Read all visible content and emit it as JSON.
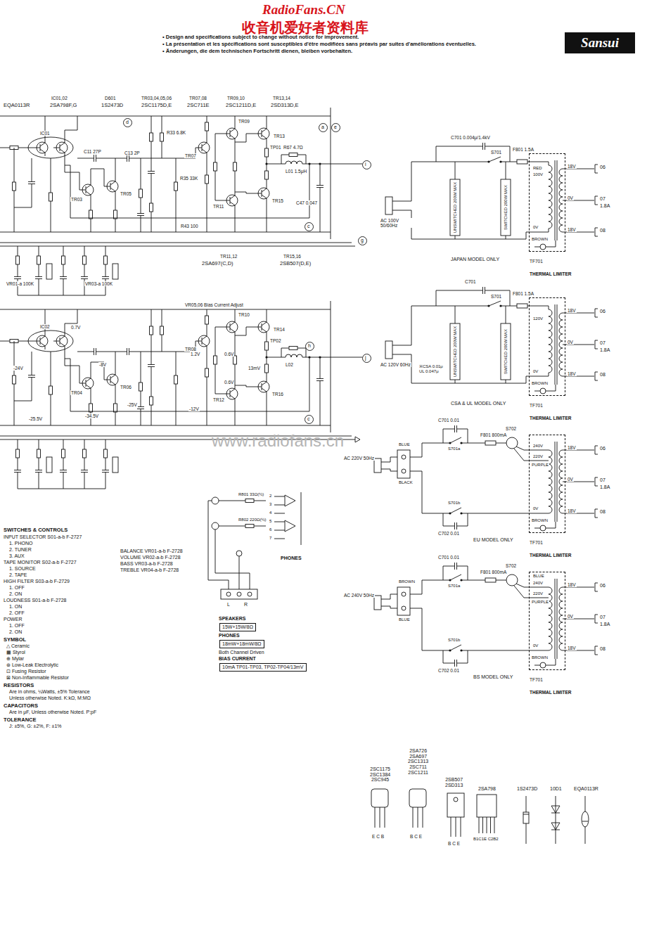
{
  "diagram": {
    "nodes": [
      {
        "text": [
          "Sansui"
        ]
      },
      {
        "text": [
          "TF701",
          "THERMAL LIMITER"
        ]
      },
      {
        "text": [
          "TF701",
          "THERMAL LIMITER"
        ]
      },
      {
        "text": [
          "TF701",
          "THERMAL LIMITER"
        ]
      },
      {
        "text": [
          "TF701",
          "THERMAL LIMITER"
        ]
      },
      {
        "text": [
          "15W+15W/8Ω"
        ]
      },
      {
        "text": [
          "18mW+18mW/8Ω"
        ]
      },
      {
        "text": [
          "10mA TP01-TP03, TP02-TP04/13mV"
        ]
      }
    ],
    "labels": [
      "RadioFans.CN",
      "收音机爱好者资料库",
      "• Design and specifications subject to change without notice for improvement.",
      "• La présentation et les spécifications sont susceptibles d'être modifiées sans préavis par suites d'améliorations éventuelles.",
      "• Änderungen, die dem technischen Fortschritt dienen, bleiben vorbehalten.",
      "EQA0113R",
      "IC01,02",
      "2SA798F,G",
      "D601",
      "1S2473D",
      "TR03,04,05,06",
      "2SC1175D,E",
      "TR07,08",
      "2SC711E",
      "TR09,10",
      "2SC1211D,E",
      "TR13,14",
      "2SD313D,E",
      "TR11,12",
      "2SA697(C,D)",
      "TR15,16",
      "2SB507(D,E)",
      "VR05,06 Bias Current Adjust",
      "IC01",
      "TR03",
      "TR05",
      "TR07",
      "TR09",
      "TR11",
      "TR13",
      "TR15",
      "IC02",
      "TR04",
      "TR06",
      "TR08",
      "TR10",
      "TR12",
      "TR14",
      "TR16",
      "0.7V",
      "-24V",
      "-8V",
      "-25V",
      "-34.5V",
      "-25.5V",
      "1.2V",
      "0.6V",
      "13mV",
      "0.6V",
      "-12V",
      "C11 27P",
      "C13 2P",
      "R33 6.8K",
      "R35 33K",
      "R43 100",
      "R67 4.7Ω",
      "L01 1.5μH",
      "C47 0.047",
      "VR01-a 100K",
      "VR03-a 100K",
      "TP01",
      "TP02",
      "L02",
      "a",
      "e",
      "d",
      "i",
      "g",
      "j",
      "h",
      "c",
      "c",
      "C701 0.004μ/1.4kV",
      "S701",
      "F801 1.5A",
      "AC 100V 50/60Hz",
      "UNSWITCHED 200W MAX",
      "SWITCHED 200W MAX",
      "RED",
      "100V",
      "0V",
      "BROWN",
      "18V",
      "0V",
      "18V",
      "06",
      "07",
      "1.8A",
      "08",
      "JAPAN MODEL ONLY",
      "C701",
      "S701",
      "F801 1.5A",
      "AC 120V 60Hz",
      "UNSWITCHED 200W MAX",
      "SWITCHED 200W MAX",
      "※CSA 0.01μ UL 0.047μ",
      "120V",
      "0V",
      "BROWN",
      "18V",
      "0V",
      "18V",
      "06",
      "07",
      "1.8A",
      "08",
      "CSA & UL MODEL ONLY",
      "C701 0.01",
      "S701a",
      "F801 800mA",
      "S702",
      "BLUE",
      "BLACK",
      "AC 220V 50Hz",
      "C702 0.01",
      "S701b",
      "240V",
      "220V",
      "PURPLE",
      "0V",
      "BROWN",
      "18V",
      "0V",
      "18V",
      "06",
      "07",
      "1.8A",
      "08",
      "EU MODEL ONLY",
      "C701 0.01",
      "S701a",
      "F801 800mA",
      "S702",
      "BROWN",
      "BLUE",
      "AC 240V 50Hz",
      "C702 0.01",
      "S701b",
      "BLUE",
      "240V",
      "220V",
      "PURPLE",
      "0V",
      "BROWN",
      "18V",
      "0V",
      "18V",
      "06",
      "07",
      "1.8A",
      "08",
      "BS MODEL ONLY",
      "SWITCHES & CONTROLS",
      "INPUT SELECTOR S01-a-b F-2727",
      "1. PHONO",
      "2. TUNER",
      "3. AUX",
      "TAPE MONITOR S02-a-b F-2727",
      "1. SOURCE",
      "2. TAPE",
      "HIGH FILTER S03-a-b F-2729",
      "1. OFF",
      "2. ON",
      "LOUDNESS S01-a-b F-2728",
      "1. ON",
      "2. OFF",
      "POWER",
      "1. OFF",
      "2. ON",
      "SYMBOL",
      "△ Ceramic",
      "▦ Styrol",
      "⊕ Mylar",
      "⊛ Low-Leak Electrolytic",
      "⊡ Fusing Resistor",
      "⊠ Non-Inflammable Resistor",
      "RESISTORS",
      "Are in ohms, ¼Watts, ±5% Tolerance",
      "Unless otherwise Noted. K:kΩ, M:MΩ",
      "CAPACITORS",
      "Are in μF, Unless otherwise Noted. P:pF",
      "TOLERANCE",
      "J: ±5%, G: ±2%, F: ±1%",
      "BALANCE VR01-a-b F-2728",
      "VOLUME VR02-a-b F-2728",
      "BASS VR03-a-b F-2728",
      "TREBLE VR04-a-b F-2728",
      "SPEAKERS",
      "PHONES",
      "Both Channel Driven",
      "BIAS CURRENT",
      "PHONES",
      "R801 33Ω(½)",
      "R802 220Ω(½)",
      "L",
      "R",
      "2",
      "3",
      "4",
      "5",
      "6",
      "7",
      "2SC1175 2SC1384 2SC945",
      "2SA726 2SA697 2SC1313 2SC711 2SC1211",
      "2SB507 2SD313",
      "2SA798",
      "1S2473D",
      "10D1",
      "EQA0113R",
      "E C B",
      "B C E",
      "B C E",
      "B1C1E C2B2",
      "www.radiofans.cn"
    ]
  }
}
